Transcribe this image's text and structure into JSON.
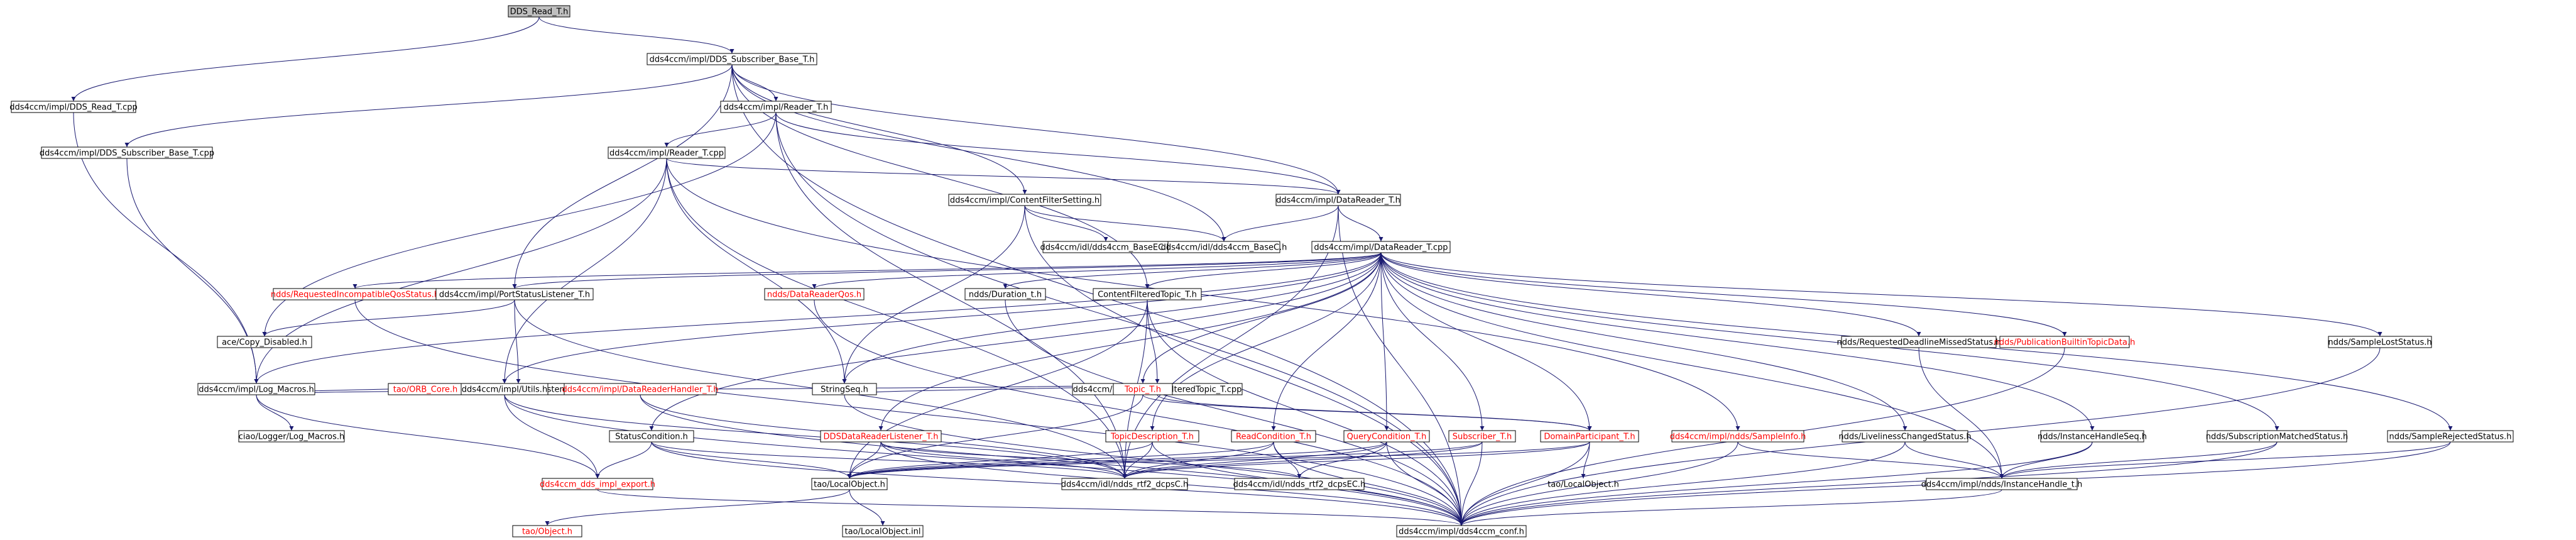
{
  "colors": {
    "edge": "#191970",
    "node_border_default": "#000000",
    "node_fill_default": "#ffffff",
    "node_fill_root": "#bfbfbf",
    "node_border_missing": "#ff0000",
    "text_default": "#000000",
    "text_missing": "#ff0000"
  },
  "graph": {
    "nodes": [
      {
        "id": "root",
        "label": "DDS_Read_T.h",
        "kind": "root"
      },
      {
        "id": "subbase_h",
        "label": "dds4ccm/impl/DDS_Subscriber_Base_T.h",
        "kind": "normal"
      },
      {
        "id": "read_cpp",
        "label": "dds4ccm/impl/DDS_Read_T.cpp",
        "kind": "normal"
      },
      {
        "id": "reader_h",
        "label": "dds4ccm/impl/Reader_T.h",
        "kind": "normal"
      },
      {
        "id": "subbase_cpp",
        "label": "dds4ccm/impl/DDS_Subscriber_Base_T.cpp",
        "kind": "normal"
      },
      {
        "id": "reader_cpp",
        "label": "dds4ccm/impl/Reader_T.cpp",
        "kind": "normal"
      },
      {
        "id": "cfs_h",
        "label": "dds4ccm/impl/ContentFilterSetting.h",
        "kind": "normal"
      },
      {
        "id": "dr_h",
        "label": "dds4ccm/impl/DataReader_T.h",
        "kind": "normal"
      },
      {
        "id": "basec_ccm",
        "label": "dds4ccm/idl/dds4ccm_BaseEC.h",
        "kind": "normal"
      },
      {
        "id": "basec",
        "label": "dds4ccm/idl/dds4ccm_BaseC.h",
        "kind": "normal"
      },
      {
        "id": "dr_cpp",
        "label": "dds4ccm/impl/DataReader_T.cpp",
        "kind": "normal"
      },
      {
        "id": "req_incompat",
        "label": "ndds/RequestedIncompatibleQosStatus.h",
        "kind": "missing"
      },
      {
        "id": "psl_h",
        "label": "dds4ccm/impl/PortStatusListener_T.h",
        "kind": "normal"
      },
      {
        "id": "drqos",
        "label": "ndds/DataReaderQos.h",
        "kind": "missing"
      },
      {
        "id": "duration",
        "label": "ndds/Duration_t.h",
        "kind": "normal"
      },
      {
        "id": "cft_h",
        "label": "ContentFilteredTopic_T.h",
        "kind": "normal"
      },
      {
        "id": "req_deadline",
        "label": "ndds/RequestedDeadlineMissedStatus.h",
        "kind": "normal"
      },
      {
        "id": "pub_builtin",
        "label": "ndds/PublicationBuiltinTopicData.h",
        "kind": "missing"
      },
      {
        "id": "sample_lost",
        "label": "ndds/SampleLostStatus.h",
        "kind": "normal"
      },
      {
        "id": "copy_disabled",
        "label": "ace/Copy_Disabled.h",
        "kind": "normal"
      },
      {
        "id": "psl_cpp",
        "label": "dds4ccm/impl/PortStatusListener_T.cpp",
        "kind": "normal"
      },
      {
        "id": "cft_cpp",
        "label": "dds4ccm/impl/ContentFilteredTopic_T.cpp",
        "kind": "normal"
      },
      {
        "id": "log_macros",
        "label": "dds4ccm/impl/Log_Macros.h",
        "kind": "normal"
      },
      {
        "id": "orb_core",
        "label": "tao/ORB_Core.h",
        "kind": "missing"
      },
      {
        "id": "utils",
        "label": "dds4ccm/impl/Utils.h",
        "kind": "normal"
      },
      {
        "id": "drh",
        "label": "dds4ccm/impl/DataReaderHandler_T.h",
        "kind": "missing"
      },
      {
        "id": "strseq",
        "label": "StringSeq.h",
        "kind": "normal"
      },
      {
        "id": "topic_h",
        "label": "Topic_T.h",
        "kind": "missing"
      },
      {
        "id": "ciao_logger",
        "label": "ciao/Logger/Log_Macros.h",
        "kind": "normal"
      },
      {
        "id": "status_cond",
        "label": "StatusCondition.h",
        "kind": "normal"
      },
      {
        "id": "ddsdrl",
        "label": "DDSDataReaderListener_T.h",
        "kind": "missing"
      },
      {
        "id": "topic_desc",
        "label": "TopicDescription_T.h",
        "kind": "missing"
      },
      {
        "id": "read_cond",
        "label": "ReadCondition_T.h",
        "kind": "missing"
      },
      {
        "id": "query_cond",
        "label": "QueryCondition_T.h",
        "kind": "missing"
      },
      {
        "id": "subscriber",
        "label": "Subscriber_T.h",
        "kind": "missing"
      },
      {
        "id": "dp",
        "label": "DomainParticipant_T.h",
        "kind": "missing"
      },
      {
        "id": "sampleinfo",
        "label": "dds4ccm/impl/ndds/SampleInfo.h",
        "kind": "missing"
      },
      {
        "id": "liveliness",
        "label": "ndds/LivelinessChangedStatus.h",
        "kind": "normal"
      },
      {
        "id": "ihseq",
        "label": "ndds/InstanceHandleSeq.h",
        "kind": "normal"
      },
      {
        "id": "sub_matched",
        "label": "ndds/SubscriptionMatchedStatus.h",
        "kind": "normal"
      },
      {
        "id": "sample_rej",
        "label": "ndds/SampleRejectedStatus.h",
        "kind": "normal"
      },
      {
        "id": "ciao_export",
        "label": "dds4ccm_dds_impl_export.h",
        "kind": "missing"
      },
      {
        "id": "tao_lo",
        "label": "tao/LocalObject.h",
        "kind": "normal"
      },
      {
        "id": "ndds_c",
        "label": "dds4ccm/idl/ndds_rtf2_dcpsC.h",
        "kind": "normal"
      },
      {
        "id": "ndds_ec",
        "label": "dds4ccm/idl/ndds_rtf2_dcpsEC.h",
        "kind": "normal"
      },
      {
        "id": "tao_lo2",
        "label": "tao/LocalObject.h",
        "kind": "plain"
      },
      {
        "id": "ih",
        "label": "dds4ccm/impl/ndds/InstanceHandle_t.h",
        "kind": "normal"
      },
      {
        "id": "tao_object",
        "label": "tao/Object.h",
        "kind": "missing"
      },
      {
        "id": "tao_loinl",
        "label": "tao/LocalObject.inl",
        "kind": "normal"
      },
      {
        "id": "conf",
        "label": "dds4ccm/impl/dds4ccm_conf.h",
        "kind": "normal"
      }
    ],
    "edges": [
      [
        "root",
        "subbase_h"
      ],
      [
        "root",
        "read_cpp"
      ],
      [
        "subbase_h",
        "reader_h"
      ],
      [
        "subbase_h",
        "subbase_cpp"
      ],
      [
        "subbase_h",
        "dr_h"
      ],
      [
        "subbase_h",
        "cfs_h"
      ],
      [
        "subbase_h",
        "basec"
      ],
      [
        "subbase_h",
        "cft_h"
      ],
      [
        "subbase_h",
        "psl_h"
      ],
      [
        "subbase_h",
        "conf"
      ],
      [
        "read_cpp",
        "log_macros"
      ],
      [
        "subbase_cpp",
        "log_macros"
      ],
      [
        "reader_h",
        "reader_cpp"
      ],
      [
        "reader_h",
        "dr_h"
      ],
      [
        "reader_h",
        "copy_disabled"
      ],
      [
        "reader_h",
        "conf"
      ],
      [
        "reader_h",
        "ndds_c"
      ],
      [
        "reader_cpp",
        "dr_h"
      ],
      [
        "reader_cpp",
        "log_macros"
      ],
      [
        "reader_cpp",
        "strseq"
      ],
      [
        "reader_cpp",
        "utils"
      ],
      [
        "reader_cpp",
        "ndds_c"
      ],
      [
        "reader_cpp",
        "sampleinfo"
      ],
      [
        "cfs_h",
        "basec"
      ],
      [
        "cfs_h",
        "basec_ccm"
      ],
      [
        "cfs_h",
        "conf"
      ],
      [
        "cfs_h",
        "strseq"
      ],
      [
        "dr_h",
        "dr_cpp"
      ],
      [
        "dr_h",
        "basec"
      ],
      [
        "dr_h",
        "conf"
      ],
      [
        "dr_h",
        "ndds_c"
      ],
      [
        "dr_cpp",
        "req_incompat"
      ],
      [
        "dr_cpp",
        "psl_h"
      ],
      [
        "dr_cpp",
        "drqos"
      ],
      [
        "dr_cpp",
        "duration"
      ],
      [
        "dr_cpp",
        "cft_h"
      ],
      [
        "dr_cpp",
        "req_deadline"
      ],
      [
        "dr_cpp",
        "pub_builtin"
      ],
      [
        "dr_cpp",
        "sample_lost"
      ],
      [
        "dr_cpp",
        "log_macros"
      ],
      [
        "dr_cpp",
        "utils"
      ],
      [
        "dr_cpp",
        "strseq"
      ],
      [
        "dr_cpp",
        "topic_h"
      ],
      [
        "dr_cpp",
        "status_cond"
      ],
      [
        "dr_cpp",
        "ddsdrl"
      ],
      [
        "dr_cpp",
        "topic_desc"
      ],
      [
        "dr_cpp",
        "read_cond"
      ],
      [
        "dr_cpp",
        "query_cond"
      ],
      [
        "dr_cpp",
        "subscriber"
      ],
      [
        "dr_cpp",
        "dp"
      ],
      [
        "dr_cpp",
        "liveliness"
      ],
      [
        "dr_cpp",
        "ihseq"
      ],
      [
        "dr_cpp",
        "sub_matched"
      ],
      [
        "dr_cpp",
        "sample_rej"
      ],
      [
        "dr_cpp",
        "ih"
      ],
      [
        "psl_h",
        "psl_cpp"
      ],
      [
        "psl_h",
        "copy_disabled"
      ],
      [
        "psl_h",
        "ndds_c"
      ],
      [
        "psl_cpp",
        "log_macros"
      ],
      [
        "psl_cpp",
        "orb_core"
      ],
      [
        "psl_cpp",
        "utils"
      ],
      [
        "psl_cpp",
        "drh"
      ],
      [
        "cft_h",
        "cft_cpp"
      ],
      [
        "cft_h",
        "conf"
      ],
      [
        "cft_h",
        "ndds_c"
      ],
      [
        "cft_h",
        "tao_lo"
      ],
      [
        "cft_cpp",
        "log_macros"
      ],
      [
        "cft_cpp",
        "strseq"
      ],
      [
        "cft_cpp",
        "topic_h"
      ],
      [
        "cft_cpp",
        "dp"
      ],
      [
        "log_macros",
        "ciao_logger"
      ],
      [
        "log_macros",
        "ciao_export"
      ],
      [
        "utils",
        "ciao_export"
      ],
      [
        "utils",
        "conf"
      ],
      [
        "utils",
        "ndds_c"
      ],
      [
        "drh",
        "ndds_c"
      ],
      [
        "drh",
        "conf"
      ],
      [
        "topic_h",
        "tao_lo"
      ],
      [
        "topic_h",
        "dp"
      ],
      [
        "status_cond",
        "tao_lo"
      ],
      [
        "status_cond",
        "ciao_export"
      ],
      [
        "status_cond",
        "ndds_c"
      ],
      [
        "status_cond",
        "conf"
      ],
      [
        "ddsdrl",
        "tao_lo"
      ],
      [
        "ddsdrl",
        "ndds_c"
      ],
      [
        "ddsdrl",
        "ndds_ec"
      ],
      [
        "ddsdrl",
        "conf"
      ],
      [
        "topic_desc",
        "tao_lo"
      ],
      [
        "topic_desc",
        "ndds_c"
      ],
      [
        "topic_desc",
        "conf"
      ],
      [
        "read_cond",
        "tao_lo"
      ],
      [
        "read_cond",
        "ndds_c"
      ],
      [
        "read_cond",
        "ndds_ec"
      ],
      [
        "read_cond",
        "conf"
      ],
      [
        "query_cond",
        "tao_lo"
      ],
      [
        "query_cond",
        "ndds_c"
      ],
      [
        "query_cond",
        "ndds_ec"
      ],
      [
        "query_cond",
        "conf"
      ],
      [
        "subscriber",
        "tao_lo"
      ],
      [
        "subscriber",
        "ndds_c"
      ],
      [
        "subscriber",
        "conf"
      ],
      [
        "dp",
        "tao_lo"
      ],
      [
        "dp",
        "ndds_c"
      ],
      [
        "dp",
        "tao_lo2"
      ],
      [
        "dp",
        "conf"
      ],
      [
        "sampleinfo",
        "ih"
      ],
      [
        "sampleinfo",
        "conf"
      ],
      [
        "liveliness",
        "ih"
      ],
      [
        "liveliness",
        "conf"
      ],
      [
        "ihseq",
        "ih"
      ],
      [
        "ihseq",
        "conf"
      ],
      [
        "sub_matched",
        "ih"
      ],
      [
        "sub_matched",
        "conf"
      ],
      [
        "sample_rej",
        "ih"
      ],
      [
        "sample_rej",
        "conf"
      ],
      [
        "req_deadline",
        "ih"
      ],
      [
        "pub_builtin",
        "conf"
      ],
      [
        "sample_lost",
        "conf"
      ],
      [
        "tao_lo",
        "tao_object"
      ],
      [
        "tao_lo",
        "tao_loinl"
      ],
      [
        "ih",
        "conf"
      ],
      [
        "ciao_export",
        "conf"
      ],
      [
        "strseq",
        "conf"
      ],
      [
        "duration",
        "conf"
      ],
      [
        "drqos",
        "conf"
      ],
      [
        "req_incompat",
        "conf"
      ]
    ]
  }
}
